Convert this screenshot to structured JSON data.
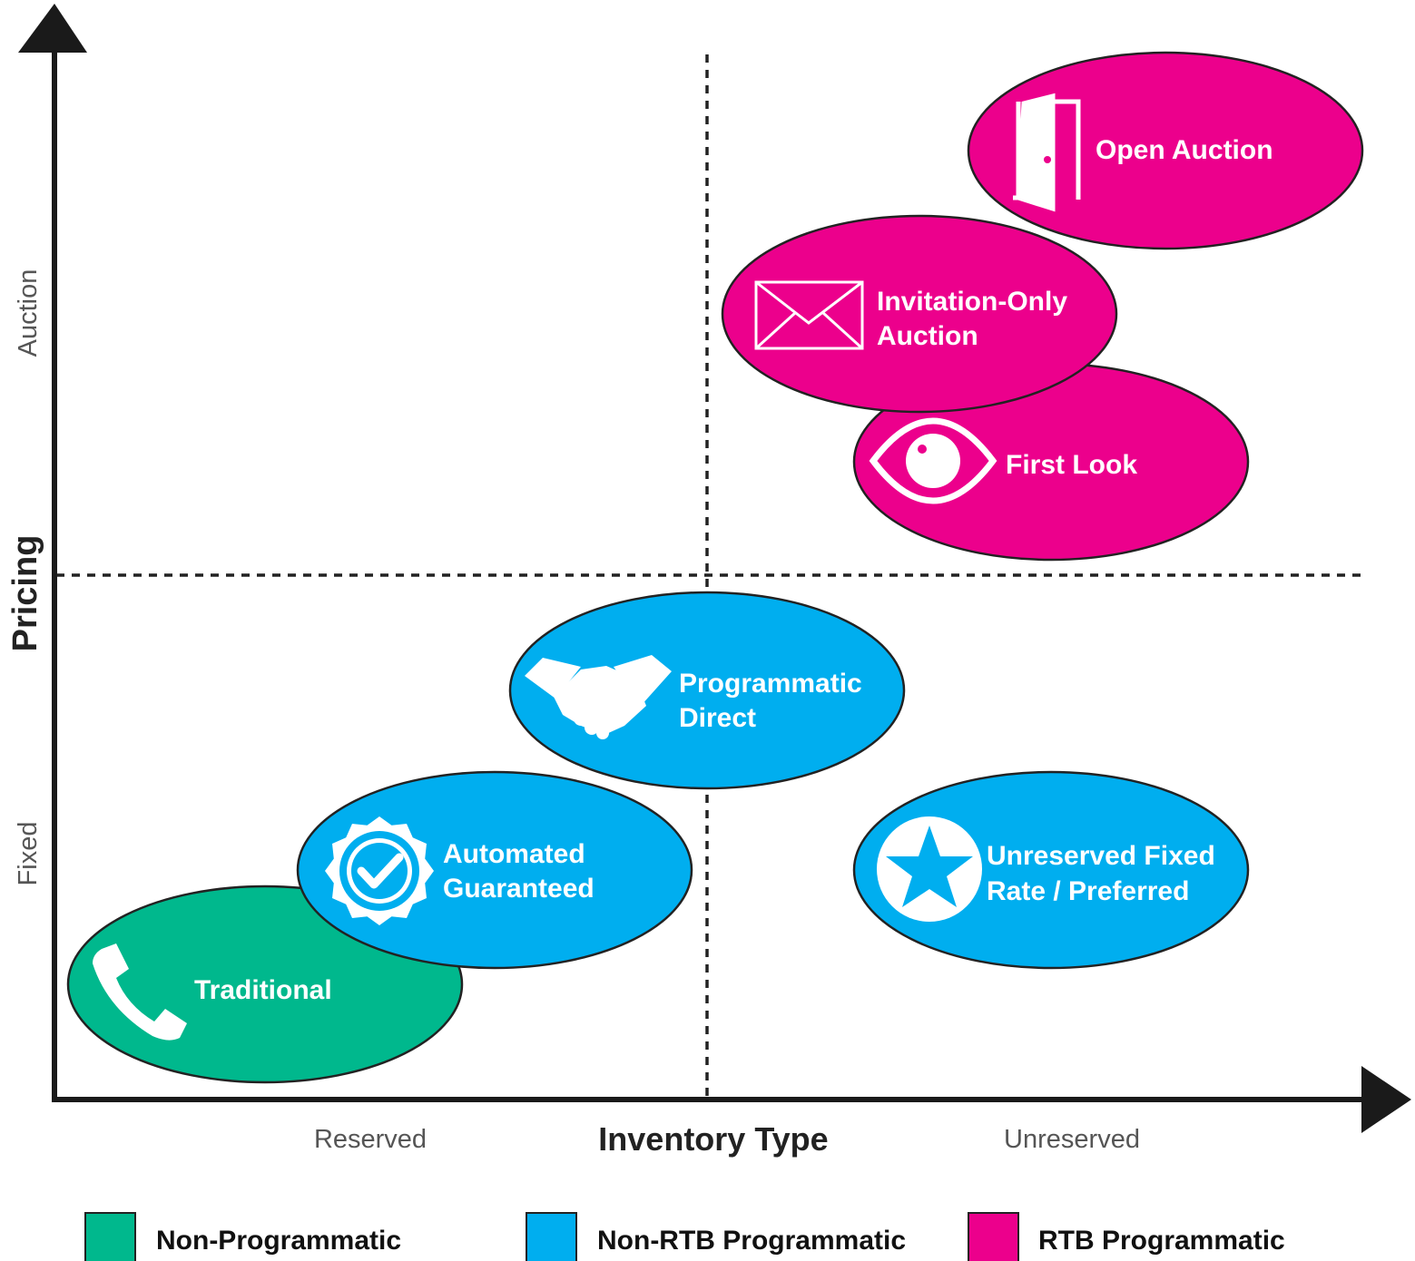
{
  "axes": {
    "x_title": "Inventory Type",
    "y_title": "Pricing",
    "x_ticks": [
      "Reserved",
      "Unreserved"
    ],
    "y_ticks": [
      "Auction",
      "Fixed"
    ]
  },
  "colors": {
    "non_programmatic": "#00b88d",
    "non_rtb": "#00aeef",
    "rtb": "#ec008c",
    "axis": "#1a1a1a"
  },
  "bubbles": {
    "open_auction": {
      "lines": [
        "Open Auction"
      ],
      "icon": "door-icon",
      "category": "rtb"
    },
    "invitation_only": {
      "lines": [
        "Invitation-Only",
        "Auction"
      ],
      "icon": "envelope-icon",
      "category": "rtb"
    },
    "first_look": {
      "lines": [
        "First Look"
      ],
      "icon": "eye-icon",
      "category": "rtb"
    },
    "programmatic_direct": {
      "lines": [
        "Programmatic",
        "Direct"
      ],
      "icon": "handshake-icon",
      "category": "non_rtb"
    },
    "automated_guaranteed": {
      "lines": [
        "Automated",
        "Guaranteed"
      ],
      "icon": "badge-check-icon",
      "category": "non_rtb"
    },
    "unreserved_fixed": {
      "lines": [
        "Unreserved Fixed",
        "Rate / Preferred"
      ],
      "icon": "star-icon",
      "category": "non_rtb"
    },
    "traditional": {
      "lines": [
        "Traditional"
      ],
      "icon": "phone-icon",
      "category": "non_programmatic"
    }
  },
  "legend": [
    {
      "label": "Non-Programmatic",
      "color": "#00b88d"
    },
    {
      "label": "Non-RTB Programmatic",
      "color": "#00aeef"
    },
    {
      "label": "RTB Programmatic",
      "color": "#ec008c"
    }
  ]
}
